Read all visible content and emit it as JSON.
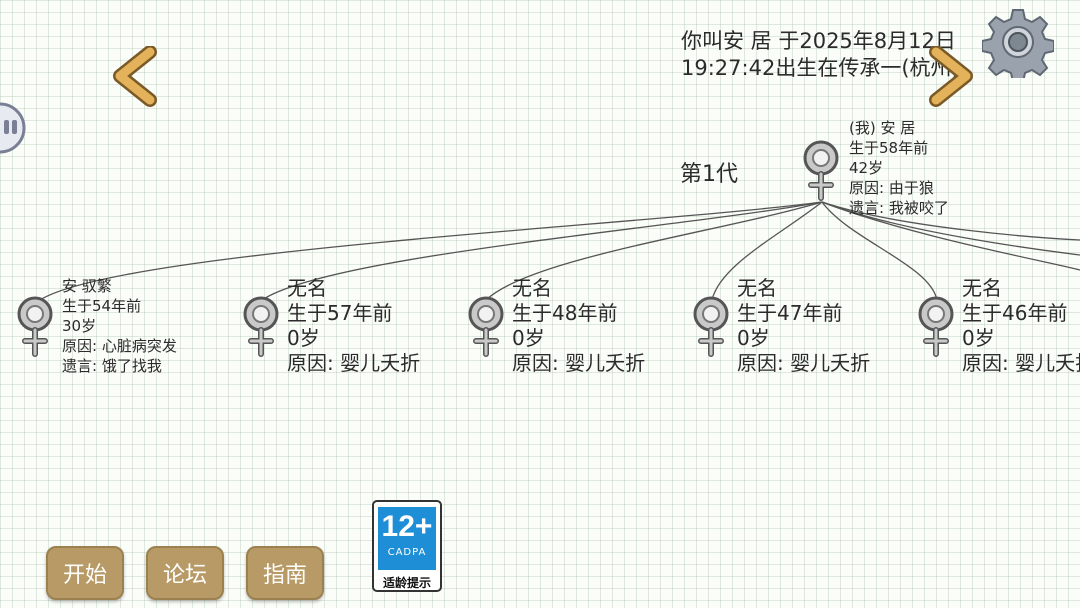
{
  "header": {
    "info_line1": "你叫安 居 于2025年8月12日",
    "info_line2": "19:27:42出生在传承一(杭州)",
    "icons": {
      "prev": "chevron-left-icon",
      "next": "chevron-right-icon",
      "settings": "gear-icon",
      "side": "circle-toggle-icon"
    }
  },
  "tree": {
    "generation_label": "第1代",
    "root": {
      "lines": [
        "(我) 安 居",
        "生于58年前",
        "42岁",
        "原因:  由于狼",
        "遗言:  我被咬了"
      ],
      "icon": "female-symbol-icon"
    },
    "children": [
      {
        "lines": [
          "安 驭繁",
          "生于54年前",
          "30岁",
          "原因:  心脏病突发",
          "遗言:  饿了找我"
        ],
        "icon": "female-symbol-icon"
      },
      {
        "lines": [
          "无名",
          "生于57年前",
          "0岁",
          "原因:  婴儿夭折"
        ],
        "icon": "female-symbol-icon"
      },
      {
        "lines": [
          "无名",
          "生于48年前",
          "0岁",
          "原因:  婴儿夭折"
        ],
        "icon": "female-symbol-icon"
      },
      {
        "lines": [
          "无名",
          "生于47年前",
          "0岁",
          "原因:  婴儿夭折"
        ],
        "icon": "female-symbol-icon"
      },
      {
        "lines": [
          "无名",
          "生于46年前",
          "0岁",
          "原因:  婴儿夭折"
        ],
        "icon": "female-symbol-icon"
      }
    ]
  },
  "buttons": {
    "start": "开始",
    "forum": "论坛",
    "guide": "指南"
  },
  "age_rating": {
    "number": "12+",
    "org": "CADPA",
    "tip": "适龄提示"
  },
  "colors": {
    "button": "#b79a66",
    "arrow": "#e3b25a",
    "badge_blue": "#1e8fd6"
  }
}
